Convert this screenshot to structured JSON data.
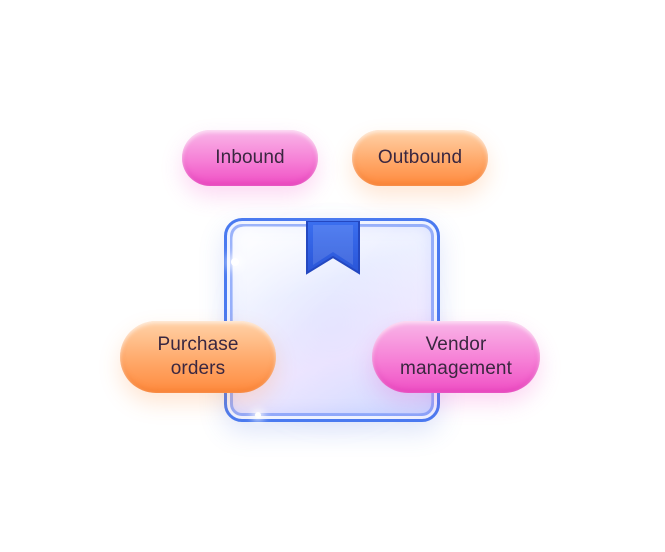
{
  "pills": {
    "inbound": "Inbound",
    "outbound": "Outbound",
    "purchase_orders": {
      "line1": "Purchase",
      "line2": "orders"
    },
    "vendor_management": {
      "line1": "Vendor",
      "line2": "management"
    }
  },
  "icons": {
    "center": "package-box-icon",
    "ribbon": "bookmark-ribbon-icon"
  },
  "colors": {
    "pink_pill": "#f67fd6",
    "orange_pill": "#ffa96a",
    "box_border": "#4a7af0",
    "text": "#3a2740"
  }
}
